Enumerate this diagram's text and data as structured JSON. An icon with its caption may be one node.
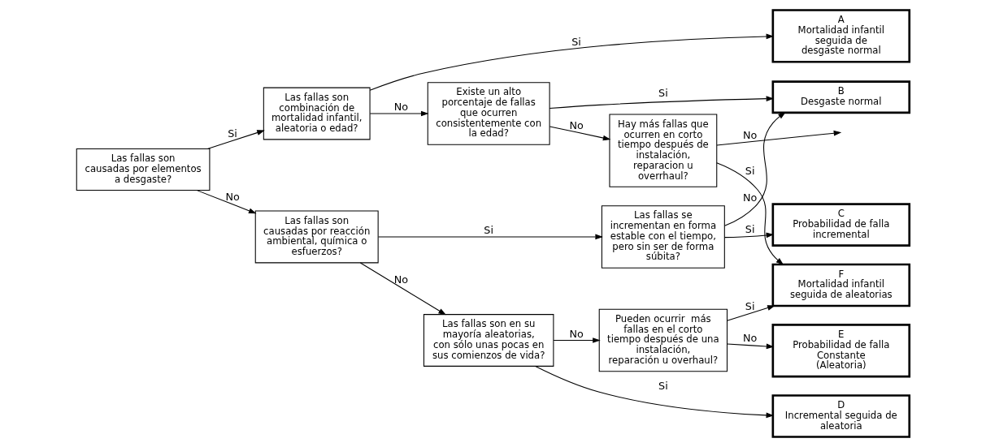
{
  "diagram": {
    "nodes": [
      {
        "text": [
          "Las fallas son causadas por elementos a desgaste?"
        ]
      },
      {
        "text": [
          "Las fallas son combinación de mortalidad infantil, aleatoria o edad?"
        ]
      },
      {
        "text": [
          "Existe un alto porcentaje de fallas que ocurren consistentemente con la edad?"
        ]
      },
      {
        "text": [
          "Hay más fallas que ocurren en corto tiempo después de instalación, reparacion u  overrhaul?"
        ]
      },
      {
        "text": [
          "Las fallas son causadas por reacción ambiental, química o esfuerzos?"
        ]
      },
      {
        "text": [
          "Las fallas se incrementan en forma estable con el tiempo, pero sin ser de forma súbita?"
        ]
      },
      {
        "text": [
          "Las fallas son en su mayoría aleatorias, con sólo unas pocas en sus comienzos de vida?"
        ]
      },
      {
        "text": [
          "Pueden ocurrir  más fallas en el corto tiempo después de una instalación, reparación u overhaul?"
        ]
      },
      {
        "text": [
          "A",
          "Mortalidad infantil seguida de",
          "desgaste normal"
        ]
      },
      {
        "text": [
          "B",
          "Desgaste normal"
        ]
      },
      {
        "text": [
          "C",
          "Probabilidad de falla incremental"
        ]
      },
      {
        "text": [
          "D",
          "Incremental seguida de aleatoria"
        ]
      },
      {
        "text": [
          "E",
          "Probabilidad de falla Constante",
          "(Aleatoria)"
        ]
      },
      {
        "text": [
          "F",
          "Mortalidad infantil seguida de aleatorias"
        ]
      }
    ],
    "edges": [
      {
        "from": 0,
        "to": 1,
        "arrow": "to",
        "label": "Si"
      },
      {
        "from": 0,
        "to": 4,
        "arrow": "to",
        "label": "No"
      },
      {
        "from": 1,
        "to": 8,
        "arrow": "to",
        "label": "Si"
      },
      {
        "from": 1,
        "to": 2,
        "arrow": "to",
        "label": "No"
      },
      {
        "from": 2,
        "to": 9,
        "arrow": "to",
        "label": "Si"
      },
      {
        "from": 2,
        "to": 3,
        "arrow": "to",
        "label": "No"
      },
      {
        "from": 5,
        "to": 9,
        "arrow": "to",
        "label": "No"
      },
      {
        "from": 3,
        "to": 13,
        "arrow": "to",
        "label": "Si"
      },
      {
        "from": 3,
        "to": null,
        "arrow": "to",
        "label": "No"
      },
      {
        "from": 4,
        "to": 5,
        "arrow": "to",
        "label": "Si"
      },
      {
        "from": 4,
        "to": 6,
        "arrow": "to",
        "label": "No"
      },
      {
        "from": 5,
        "to": 10,
        "arrow": "to",
        "label": "Si"
      },
      {
        "from": 6,
        "to": 11,
        "arrow": "to",
        "label": "Si"
      },
      {
        "from": 6,
        "to": 7,
        "arrow": "to",
        "label": "No"
      },
      {
        "from": 7,
        "to": 12,
        "arrow": "to",
        "label": "No"
      },
      {
        "from": 7,
        "to": 13,
        "arrow": "to",
        "label": "Si"
      }
    ]
  }
}
